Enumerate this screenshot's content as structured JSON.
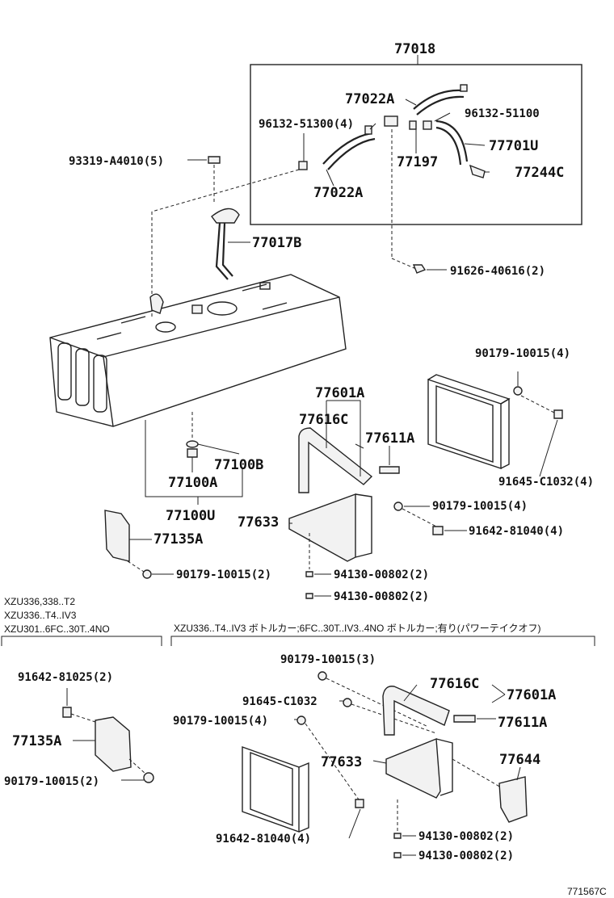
{
  "labels": {
    "l77018": "77018",
    "l77022A_top": "77022A",
    "l96132_51300": "96132-51300(4)",
    "l96132_51100": "96132-51100",
    "l77701U": "77701U",
    "l93319": "93319-A4010(5)",
    "l77197": "77197",
    "l77244C": "77244C",
    "l77022A_bot": "77022A",
    "l77017B": "77017B",
    "l91626": "91626-40616(2)",
    "l90179_a": "90179-10015(4)",
    "l77601A_a": "77601A",
    "l77616C_a": "77616C",
    "l77611A_a": "77611A",
    "l77100B": "77100B",
    "l77100A": "77100A",
    "l91645_a": "91645-C1032(4)",
    "l77100U": "77100U",
    "l77633_a": "77633",
    "l90179_b": "90179-10015(4)",
    "l91642_a": "91642-81040(4)",
    "l77135A_a": "77135A",
    "l94130_a": "94130-00802(2)",
    "l90179_c": "90179-10015(2)",
    "l94130_b": "94130-00802(2)",
    "l91642_b": "91642-81025(2)",
    "l90179_d": "90179-10015(3)",
    "l91645_b": "91645-C1032",
    "l77616C_b": "77616C",
    "l77601A_b": "77601A",
    "l90179_e": "90179-10015(4)",
    "l77611A_b": "77611A",
    "l77135A_b": "77135A",
    "l77633_b": "77633",
    "l77644": "77644",
    "l90179_f": "90179-10015(2)",
    "l91642_c": "91642-81040(4)",
    "l94130_c": "94130-00802(2)",
    "l94130_d": "94130-00802(2)",
    "footer_code": "771567C"
  },
  "notes": {
    "left_line1": "XZU336,338..T2",
    "left_line2": "XZU336..T4..IV3",
    "left_line3": "XZU301..6FC..30T..4NO",
    "right_line1": "XZU336..T4..IV3 ボトルカー;6FC..30T..IV3..4NO ボトルカー;有り(パワーテイクオフ)"
  }
}
